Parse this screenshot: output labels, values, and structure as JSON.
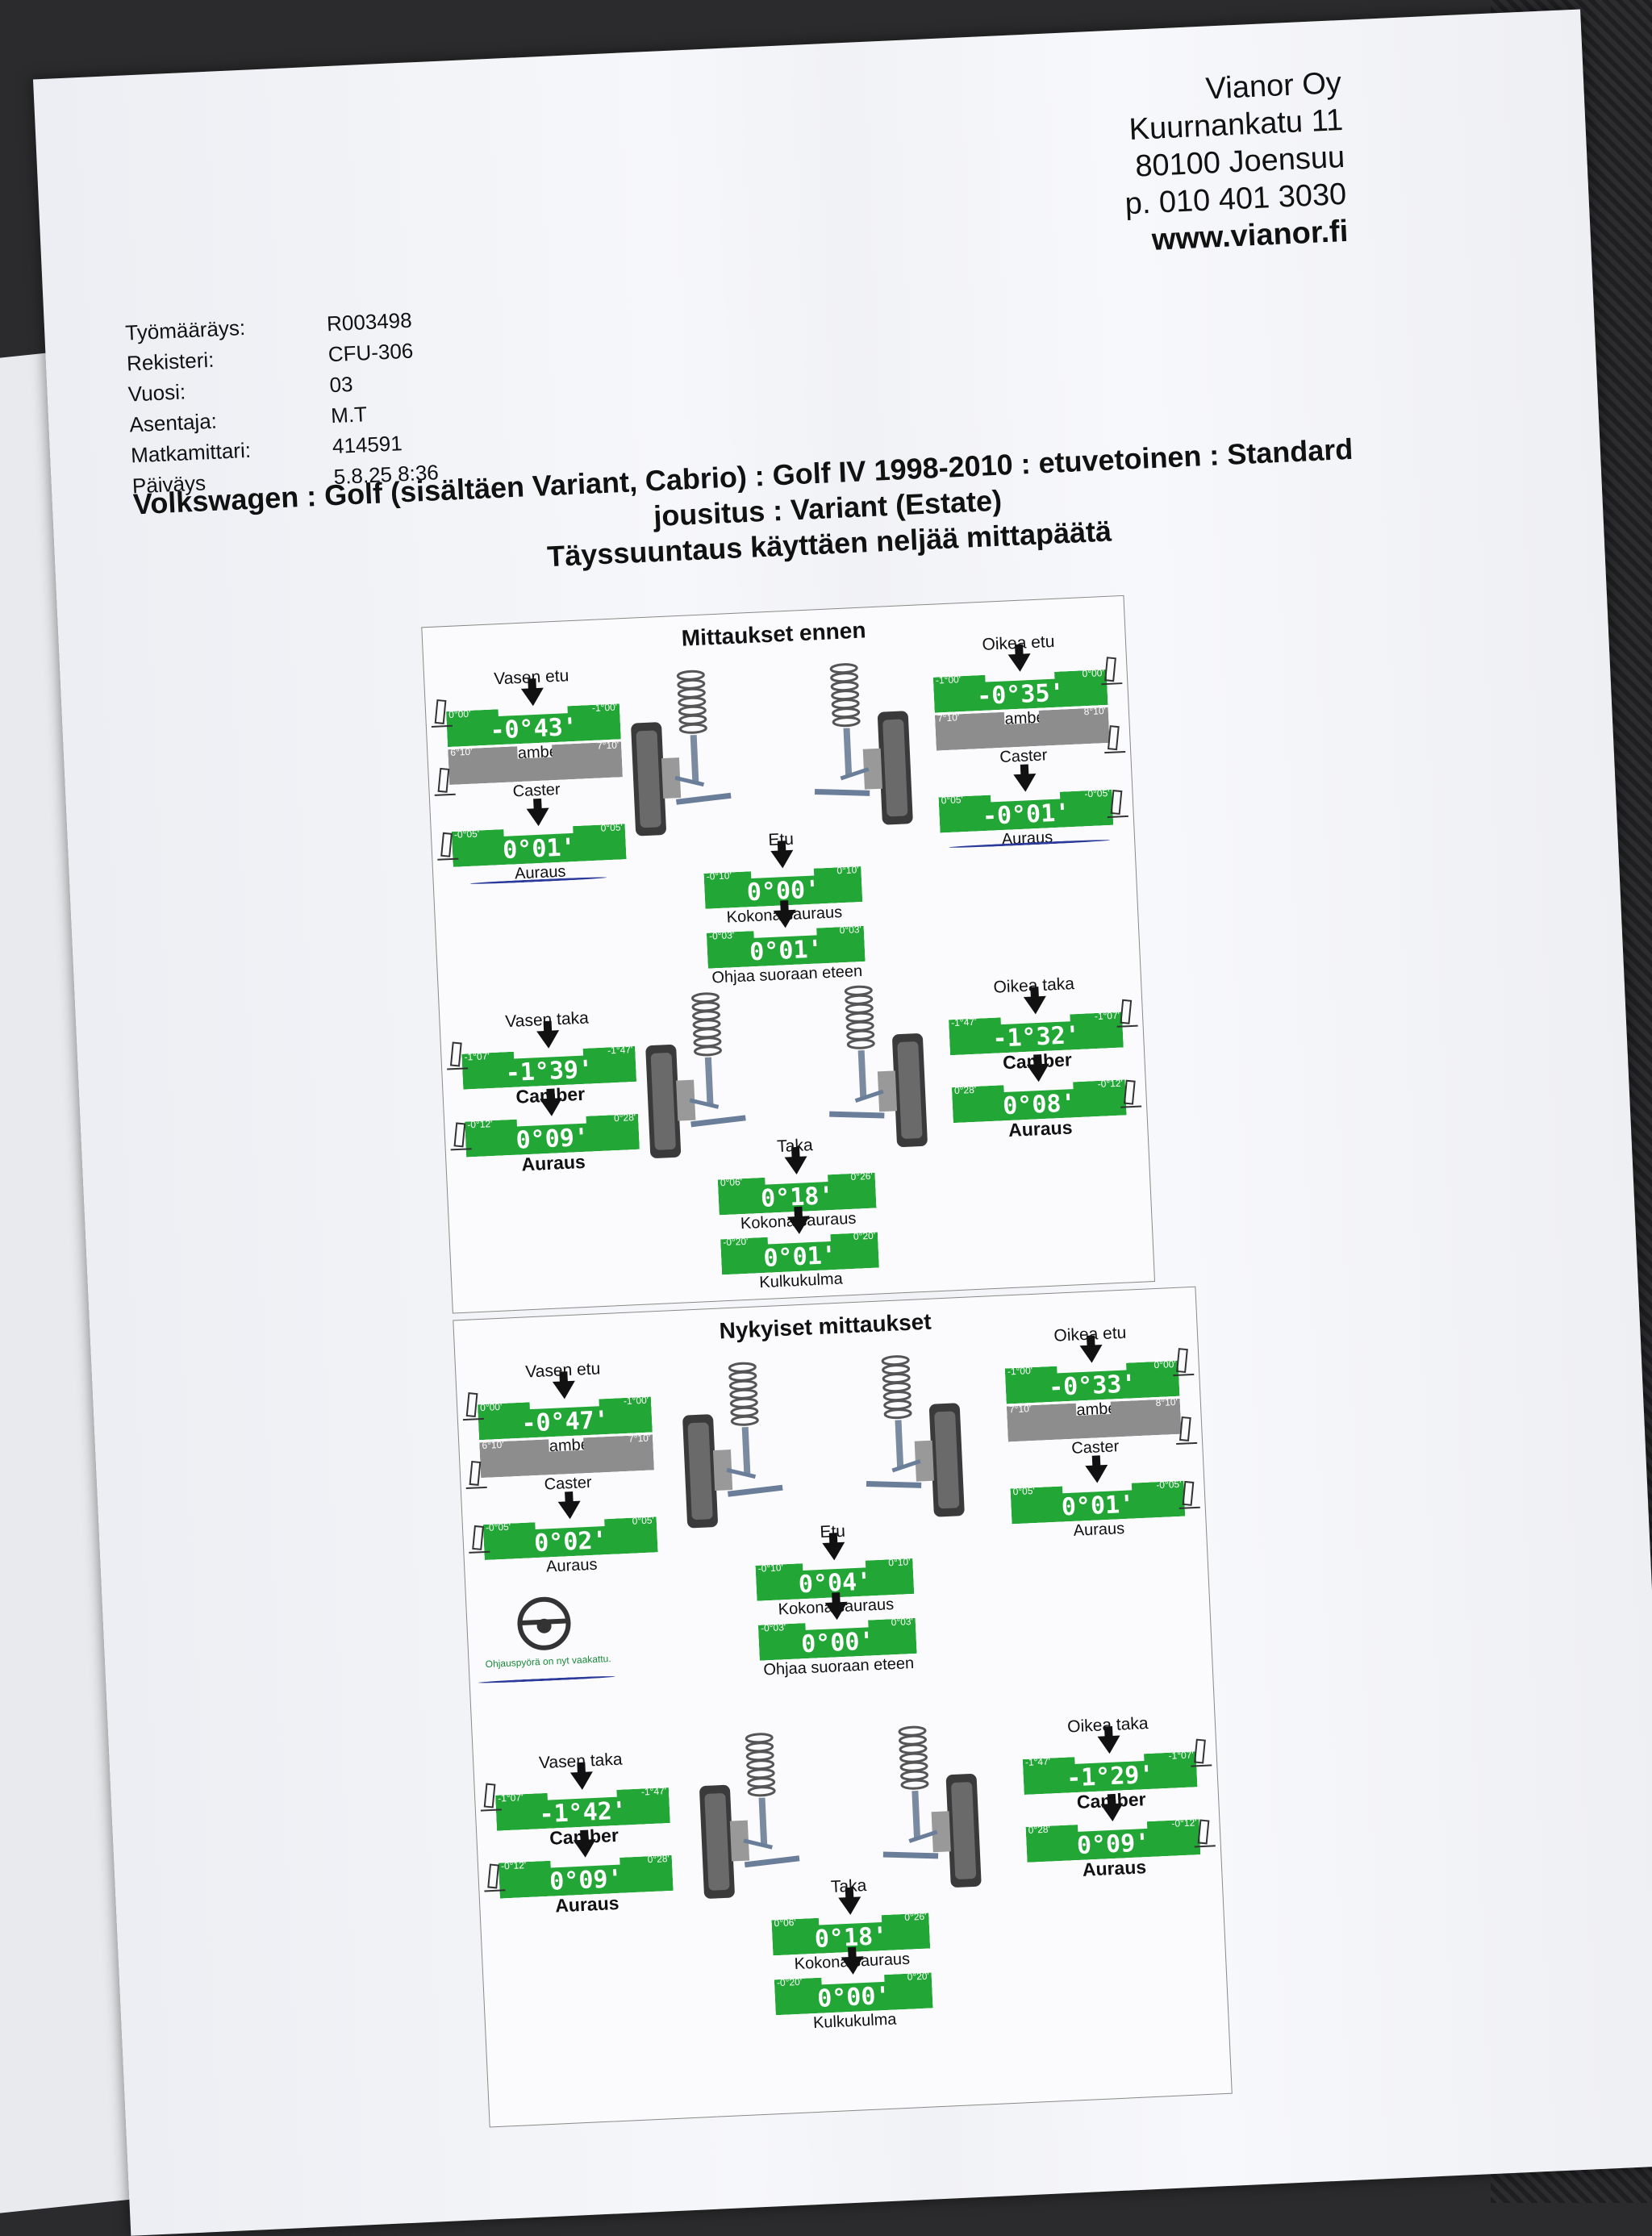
{
  "company": {
    "name": "Vianor Oy",
    "street": "Kuurnankatu 11",
    "city": "80100 Joensuu",
    "phone": "p. 010 401 3030",
    "web": "www.vianor.fi"
  },
  "info": {
    "rows": [
      {
        "label": "Työmääräys:",
        "value": "R003498"
      },
      {
        "label": "Rekisteri:",
        "value": "CFU-306"
      },
      {
        "label": "Vuosi:",
        "value": "03"
      },
      {
        "label": "Asentaja:",
        "value": "M.T"
      },
      {
        "label": "Matkamittari:",
        "value": "414591"
      },
      {
        "label": "Päiväys",
        "value": "5.8.25 8:36"
      }
    ]
  },
  "title": {
    "line1": "Volkswagen : Golf (sisältäen Variant, Cabrio) : Golf IV 1998-2010 : etuvetoinen : Standard",
    "line2": "jousitus : Variant (Estate)",
    "line3": "Täyssuuntaus käyttäen neljää mittapäätä"
  },
  "before": {
    "title": "Mittaukset ennen",
    "front_left": {
      "name": "Vasen etu",
      "camber": {
        "lo": "0°00'",
        "hi": "-1°00'",
        "value": "-0°43'",
        "label": "Camber"
      },
      "caster": {
        "lo": "6°10'",
        "hi": "7°10'",
        "label": "Caster"
      },
      "toe": {
        "lo": "-0°05'",
        "hi": "0°05'",
        "value": "0°01'",
        "label": "Auraus"
      }
    },
    "front_right": {
      "name": "Oikea etu",
      "camber": {
        "lo": "-1°00'",
        "hi": "0°00'",
        "value": "-0°35'",
        "label": "Camber"
      },
      "caster": {
        "lo": "7°10'",
        "hi": "8°10'",
        "label": "Caster"
      },
      "toe": {
        "lo": "0°05'",
        "hi": "-0°05'",
        "value": "-0°01'",
        "label": "Auraus"
      }
    },
    "front_center": {
      "name": "Etu",
      "total_toe": {
        "lo": "-0°10'",
        "hi": "0°10'",
        "value": "0°00'",
        "label": "Kokonaisauraus"
      },
      "steer": {
        "lo": "-0°03'",
        "hi": "0°03'",
        "value": "0°01'",
        "label": "Ohjaa suoraan eteen"
      }
    },
    "rear_left": {
      "name": "Vasen taka",
      "camber": {
        "lo": "-1°07'",
        "hi": "-1°47'",
        "value": "-1°39'",
        "label": "Camber"
      },
      "toe": {
        "lo": "-0°12'",
        "hi": "0°28'",
        "value": "0°09'",
        "label": "Auraus"
      }
    },
    "rear_right": {
      "name": "Oikea taka",
      "camber": {
        "lo": "-1°47'",
        "hi": "-1°07'",
        "value": "-1°32'",
        "label": "Camber"
      },
      "toe": {
        "lo": "0°28'",
        "hi": "-0°12'",
        "value": "0°08'",
        "label": "Auraus"
      }
    },
    "rear_center": {
      "name": "Taka",
      "total_toe": {
        "lo": "0°06'",
        "hi": "0°26'",
        "value": "0°18'",
        "label": "Kokonaisauraus"
      },
      "thrust": {
        "lo": "-0°20'",
        "hi": "0°20'",
        "value": "0°01'",
        "label": "Kulkukulma"
      }
    }
  },
  "after": {
    "title": "Nykyiset mittaukset",
    "wheel_note": "Ohjauspyörä on nyt vaakattu.",
    "front_left": {
      "name": "Vasen etu",
      "camber": {
        "lo": "0°00'",
        "hi": "-1°00'",
        "value": "-0°47'",
        "label": "Camber"
      },
      "caster": {
        "lo": "6°10'",
        "hi": "7°10'",
        "label": "Caster"
      },
      "toe": {
        "lo": "-0°05'",
        "hi": "0°05'",
        "value": "0°02'",
        "label": "Auraus"
      }
    },
    "front_right": {
      "name": "Oikea etu",
      "camber": {
        "lo": "-1°00'",
        "hi": "0°00'",
        "value": "-0°33'",
        "label": "Camber"
      },
      "caster": {
        "lo": "7°10'",
        "hi": "8°10'",
        "label": "Caster"
      },
      "toe": {
        "lo": "0°05'",
        "hi": "-0°05'",
        "value": "0°01'",
        "label": "Auraus"
      }
    },
    "front_center": {
      "name": "Etu",
      "total_toe": {
        "lo": "-0°10'",
        "hi": "0°10'",
        "value": "0°04'",
        "label": "Kokonaisauraus"
      },
      "steer": {
        "lo": "-0°03'",
        "hi": "0°03'",
        "value": "0°00'",
        "label": "Ohjaa suoraan eteen"
      }
    },
    "rear_left": {
      "name": "Vasen taka",
      "camber": {
        "lo": "-1°07'",
        "hi": "-1°47'",
        "value": "-1°42'",
        "label": "Camber"
      },
      "toe": {
        "lo": "-0°12'",
        "hi": "0°28'",
        "value": "0°09'",
        "label": "Auraus"
      }
    },
    "rear_right": {
      "name": "Oikea taka",
      "camber": {
        "lo": "-1°47'",
        "hi": "-1°07'",
        "value": "-1°29'",
        "label": "Camber"
      },
      "toe": {
        "lo": "0°28'",
        "hi": "-0°12'",
        "value": "0°09'",
        "label": "Auraus"
      }
    },
    "rear_center": {
      "name": "Taka",
      "total_toe": {
        "lo": "0°06'",
        "hi": "0°26'",
        "value": "0°18'",
        "label": "Kokonaisauraus"
      },
      "thrust": {
        "lo": "-0°20'",
        "hi": "0°20'",
        "value": "0°00'",
        "label": "Kulkukulma"
      }
    }
  },
  "colors": {
    "in_range": "#22a635",
    "caster_bar": "#8d8d8d",
    "ink": "#2b3a9a"
  }
}
